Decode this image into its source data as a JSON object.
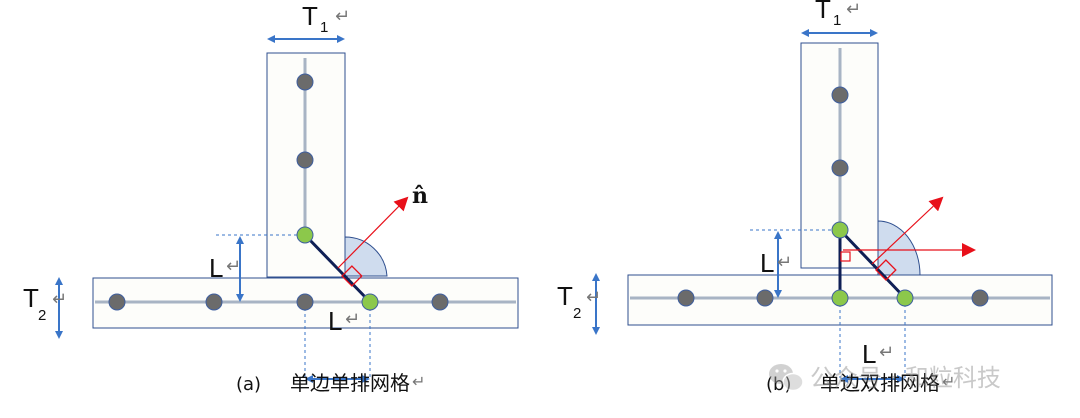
{
  "colors": {
    "plate_outline": "#2f4f8f",
    "plate_fill": "#fdfdfa",
    "midline": "#a8b4c4",
    "node_gray": "#6b6b6b",
    "node_green": "#8cc84b",
    "dim_blue": "#3a75c8",
    "element_navy": "#0f1f55",
    "normal_red": "#e8101a",
    "weld_fill": "#cfdcee"
  },
  "return_mark": "↵",
  "left": {
    "t1_base": "T",
    "t1_sub": "1",
    "t2_base": "T",
    "t2_sub": "2",
    "l_vertical": "L",
    "l_horizontal": "L",
    "normal_label": "n̂",
    "caption_prefix": "(a)",
    "caption_text": "单边单排网格"
  },
  "right": {
    "t1_base": "T",
    "t1_sub": "1",
    "t2_base": "T",
    "t2_sub": "2",
    "l_vertical": "L",
    "l_horizontal": "L",
    "caption_prefix": "(b)",
    "caption_text": "单边双排网格"
  },
  "watermark": {
    "icon": "wechat-icon",
    "text": "公众号 · 和粒科技"
  }
}
